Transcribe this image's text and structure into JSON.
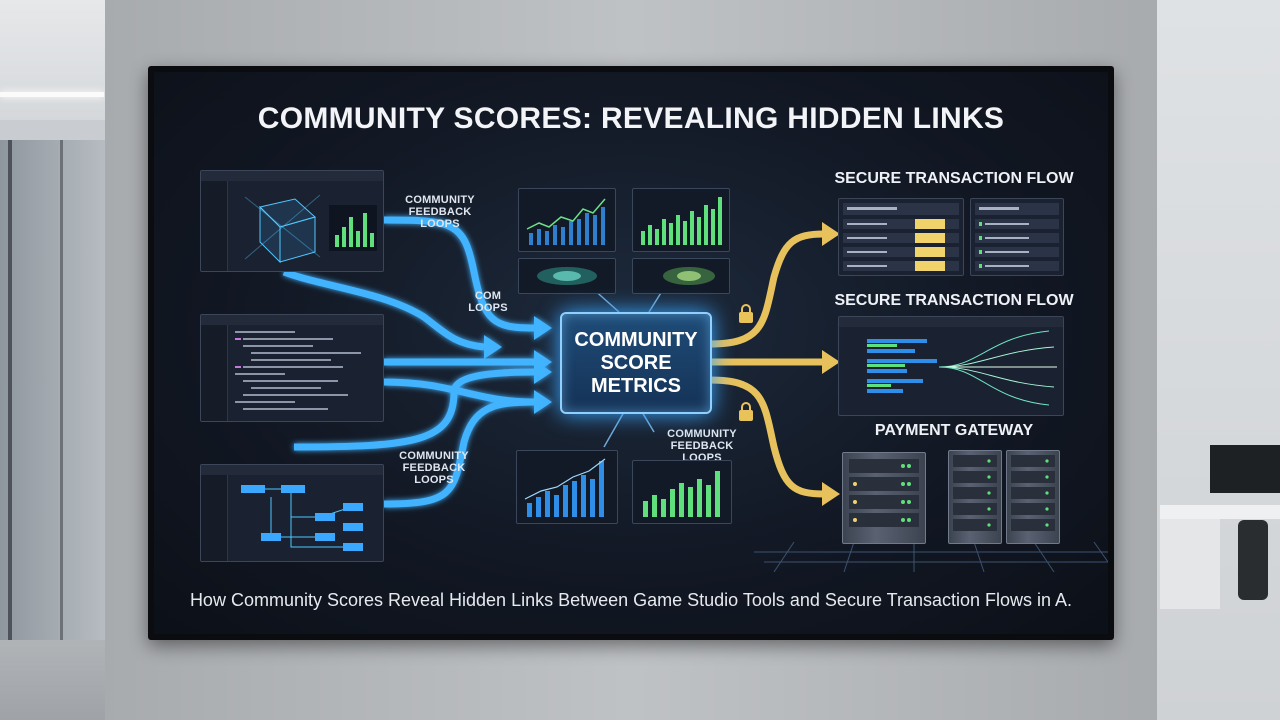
{
  "diagram": {
    "title": "COMMUNITY SCORES: REVEALING HIDDEN LINKS",
    "caption": "How Community Scores Reveal Hidden Links Between Game Studio Tools and Secure Transaction Flows in A.",
    "hub_label": "COMMUNITY SCORE METRICS",
    "flow_labels": {
      "top_left": "COMMUNITY FEEDBACK LOOPS",
      "middle_left": "COM LOOPS",
      "bottom_left": "COMMUNITY FEEDBACK LOOPS",
      "bottom_center": "COMMUNITY FEEDBACK LOOPS"
    },
    "right_sections": {
      "top": "SECURE TRANSACTION FLOW",
      "middle": "SECURE TRANSACTION FLOW",
      "bottom": "PAYMENT GATEWAY"
    },
    "colors": {
      "blue_flow": "#43b4ff",
      "gold_flow": "#e7c15c",
      "hub_glow": "#3aa6ff",
      "bar_green": "#5fe07c"
    },
    "icons": [
      "lock-icon",
      "server-rack-icon",
      "wireframe-cube-icon",
      "node-graph-icon"
    ]
  }
}
